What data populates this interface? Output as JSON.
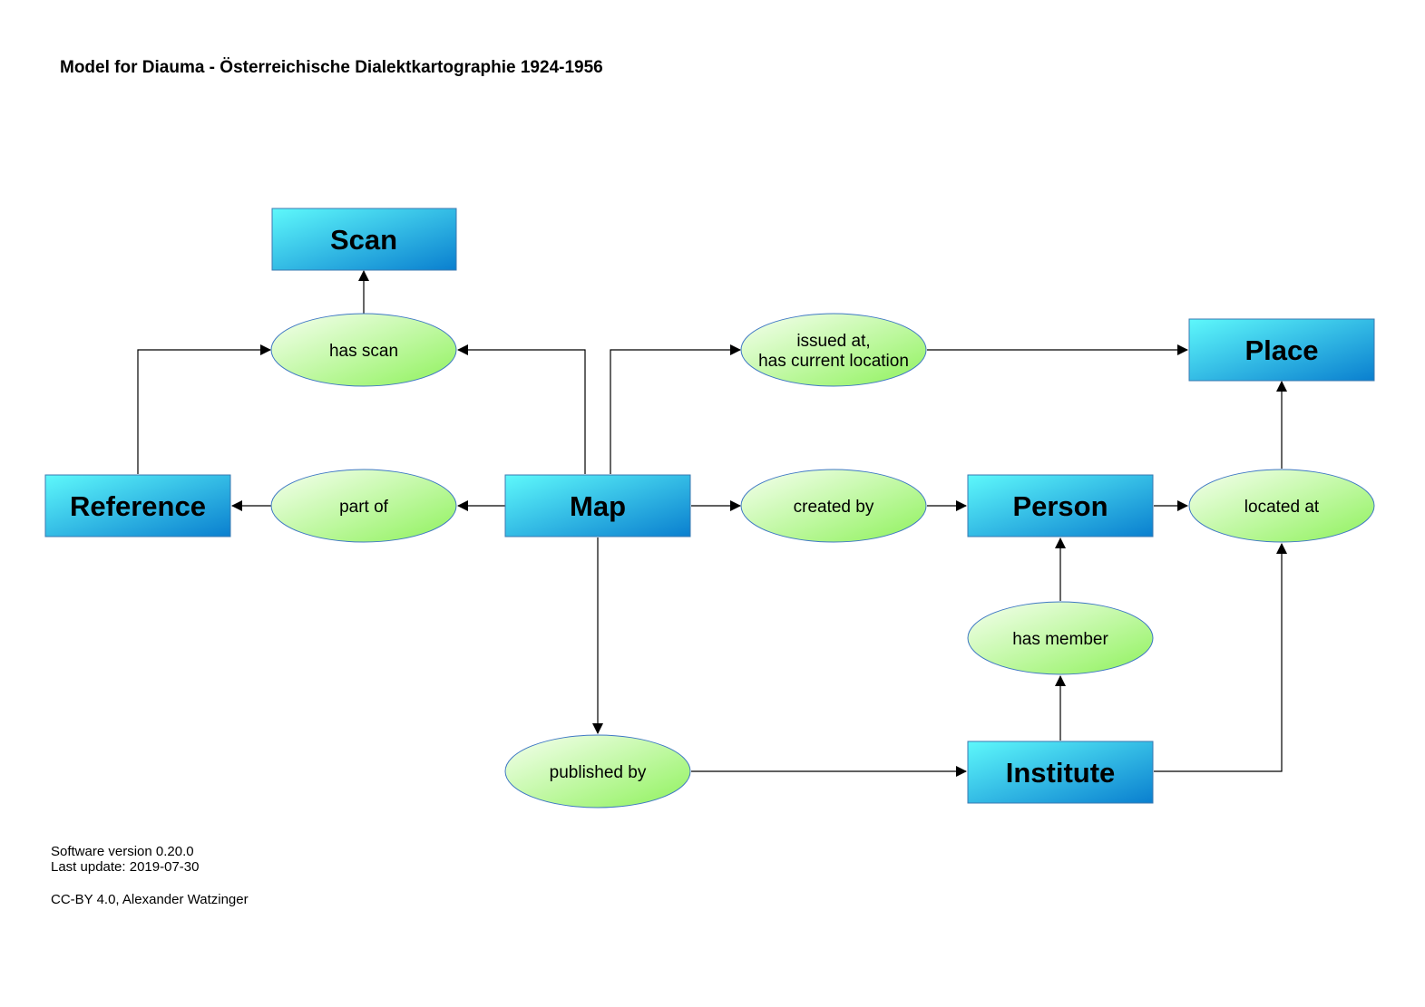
{
  "title": "Model for Diauma - Österreichische Dialektkartographie 1924-1956",
  "entities": {
    "scan": "Scan",
    "place": "Place",
    "reference": "Reference",
    "map": "Map",
    "person": "Person",
    "institute": "Institute"
  },
  "relations": {
    "has_scan": "has scan",
    "issued_at_line1": "issued at,",
    "issued_at_line2": "has current location",
    "part_of": "part of",
    "created_by": "created by",
    "located_at": "located at",
    "has_member": "has member",
    "published_by": "published by"
  },
  "footer": {
    "software_version": "Software version 0.20.0",
    "last_update": "Last update: 2019-07-30",
    "license": "CC-BY 4.0, Alexander Watzinger"
  },
  "colors": {
    "entity_gradient_start": "#5ef8fb",
    "entity_gradient_end": "#0a7fcf",
    "relation_gradient_start": "#f3fde6",
    "relation_gradient_end": "#8ff25c",
    "relation_border": "#3f78c4",
    "entity_border": "#3a78b0"
  }
}
